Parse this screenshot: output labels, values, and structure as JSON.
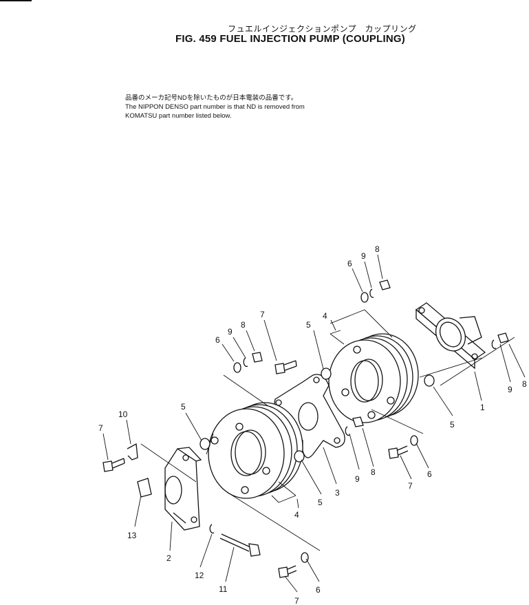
{
  "header": {
    "title_jp": "フュエルインジェクションポンプ　カップリング",
    "title_en": "FIG. 459  FUEL INJECTION PUMP (COUPLING)"
  },
  "note": {
    "line_jp": "品番のメーカ記号NDを除いたものが日本電装の品番です。",
    "line_en_1": "The NIPPON DENSO part number is that ND is removed from",
    "line_en_2": "KOMATSU part number listed below."
  },
  "callouts": {
    "c_8_top": "8",
    "c_9_top": "9",
    "c_6_top": "6",
    "c_4_top": "4",
    "c_5_top": "5",
    "c_7_top": "7",
    "c_8_left": "8",
    "c_9_left": "9",
    "c_6_left": "6",
    "c_9_right": "9",
    "c_8_right": "8",
    "c_1": "1",
    "c_5_right": "5",
    "c_10": "10",
    "c_7_left": "7",
    "c_5_left": "5",
    "c_13": "13",
    "c_2": "2",
    "c_9_mid": "9",
    "c_8_mid": "8",
    "c_3": "3",
    "c_5_mid": "5",
    "c_4_bottom": "4",
    "c_7_mid": "7",
    "c_6_mid": "6",
    "c_12": "12",
    "c_11": "11",
    "c_6_bottom": "6",
    "c_7_bottom": "7"
  }
}
